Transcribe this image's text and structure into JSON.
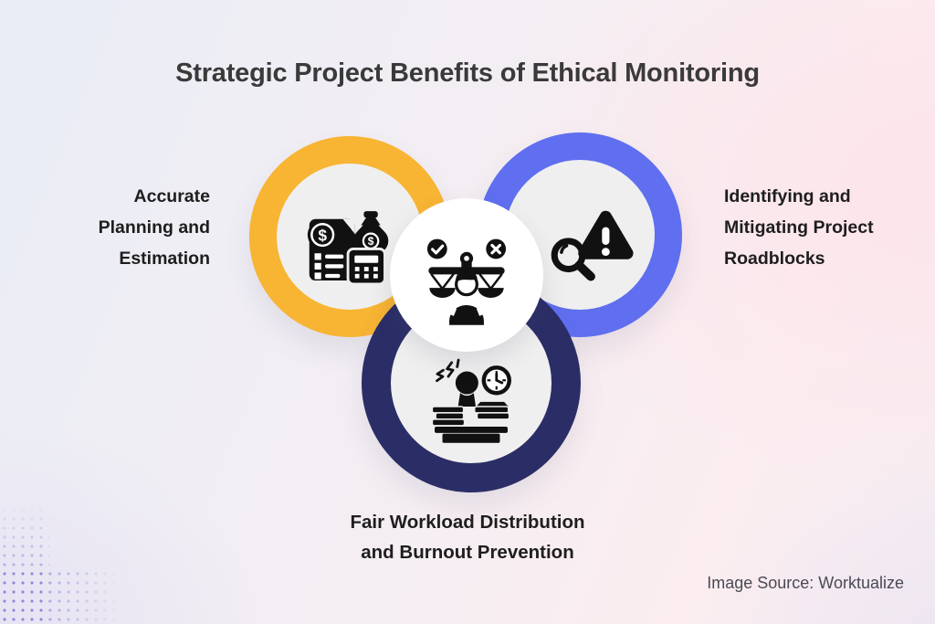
{
  "title": "Strategic Project Benefits of Ethical Monitoring",
  "nodes": [
    {
      "id": "planning",
      "label": "Accurate\nPlanning and\nEstimation",
      "icon": "estimation-calculator-icon",
      "ring_color": "#f8b433"
    },
    {
      "id": "roadblocks",
      "label": "Identifying and\nMitigating Project\nRoadblocks",
      "icon": "risk-magnifier-icon",
      "ring_color": "#5f6fef"
    },
    {
      "id": "workload",
      "label": "Fair Workload Distribution\nand Burnout Prevention",
      "icon": "burnout-desk-icon",
      "ring_color": "#2b2e66"
    }
  ],
  "center": {
    "icon": "ethical-balance-icon"
  },
  "source_credit": "Image Source: Worktualize",
  "colors": {
    "ring_yellow": "#f8b433",
    "ring_blue": "#5f6fef",
    "ring_navy": "#2b2e66",
    "inner_circle_fill": "#efefef",
    "center_circle_fill": "#ffffff",
    "icon_black": "#111111",
    "title_text": "#3a3a3a",
    "label_text": "#1e1e1e",
    "credit_text": "#4a4a55",
    "dots_purple": "#7870d6"
  }
}
